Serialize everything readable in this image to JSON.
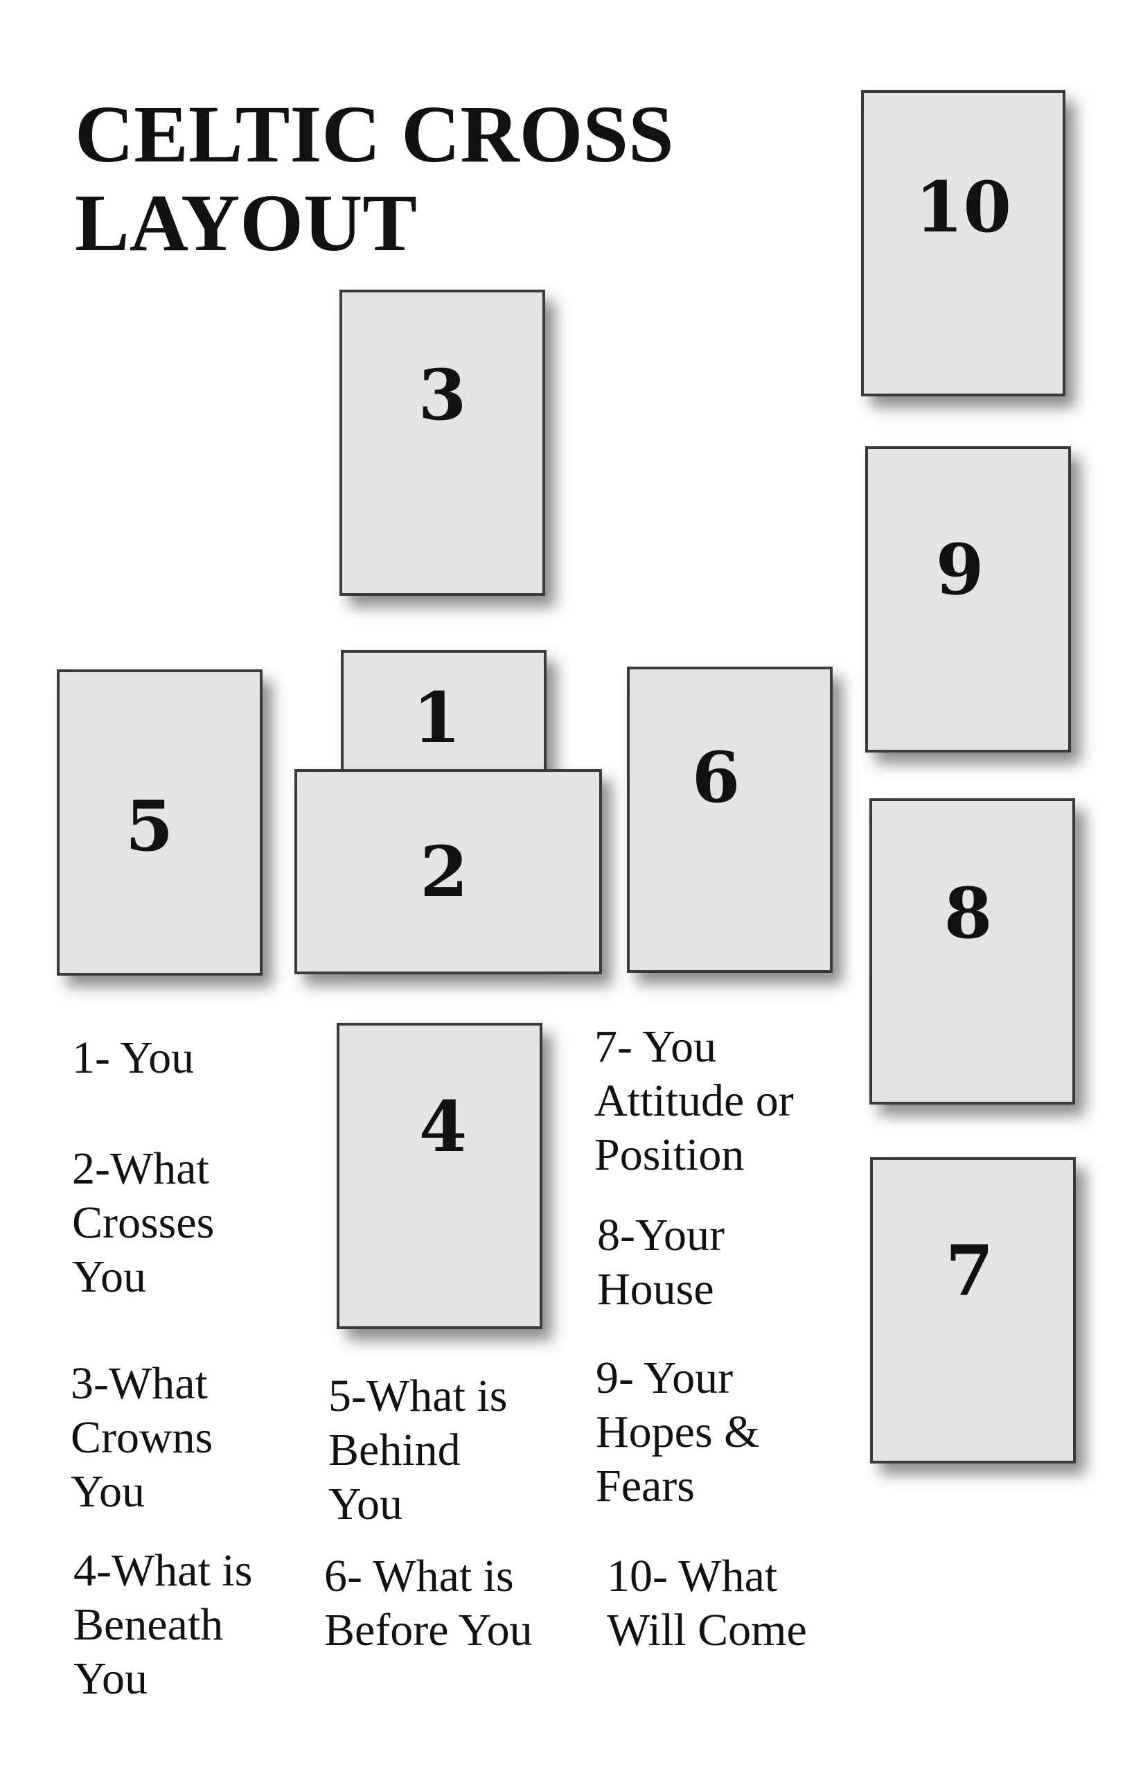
{
  "title": {
    "line1": "CELTIC CROSS",
    "line2": "LAYOUT"
  },
  "cards": {
    "c1": "1",
    "c2": "2",
    "c3": "3",
    "c4": "4",
    "c5": "5",
    "c6": "6",
    "c7": "7",
    "c8": "8",
    "c9": "9",
    "c10": "10"
  },
  "legend": {
    "p1": "1- You",
    "p2": "2-What\nCrosses\nYou",
    "p3": "3-What\nCrowns\nYou",
    "p4": "4-What is\nBeneath\nYou",
    "p5": "5-What is\nBehind\nYou",
    "p6": "6- What is\nBefore You",
    "p7": "7- You\nAttitude or\nPosition",
    "p8": "8-Your\nHouse",
    "p9": "9- Your\nHopes &\nFears",
    "p10": "10- What\nWill Come"
  }
}
